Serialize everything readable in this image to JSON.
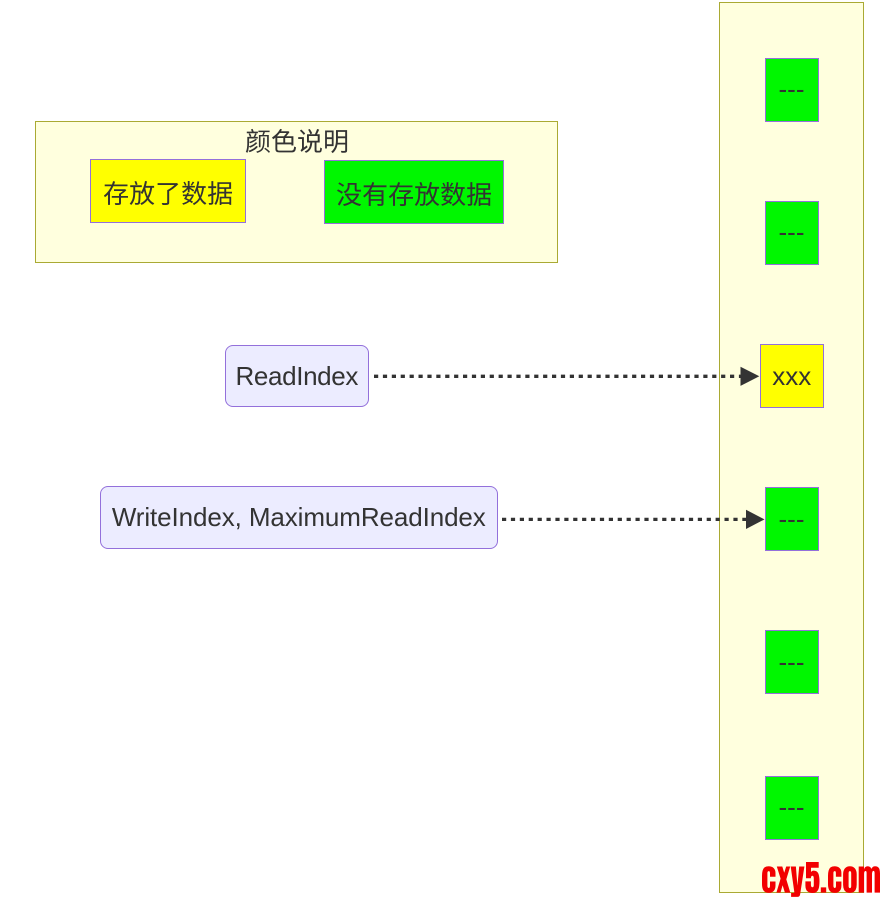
{
  "legend": {
    "title": "颜色说明",
    "items": [
      {
        "label": "存放了数据",
        "color": "#ffff00"
      },
      {
        "label": "没有存放数据",
        "color": "#00f700"
      }
    ]
  },
  "pointers": [
    {
      "label": "ReadIndex",
      "points_to_cell": 3
    },
    {
      "label": "WriteIndex, MaximumReadIndex",
      "points_to_cell": 4
    }
  ],
  "buffer": {
    "cells": [
      {
        "label": "---",
        "state": "empty"
      },
      {
        "label": "---",
        "state": "empty"
      },
      {
        "label": "xxx",
        "state": "filled"
      },
      {
        "label": "---",
        "state": "empty"
      },
      {
        "label": "---",
        "state": "empty"
      },
      {
        "label": "---",
        "state": "empty"
      }
    ]
  },
  "watermark": "cxy5.com",
  "colors": {
    "filled_cell": "#ffff00",
    "empty_cell": "#00f700",
    "pointer_fill": "#ececff",
    "pointer_border": "#9370db",
    "cluster_fill": "#ffffde",
    "cluster_border": "#aaaa33",
    "edge": "#333333",
    "text": "#333333",
    "watermark": "#f20000"
  }
}
